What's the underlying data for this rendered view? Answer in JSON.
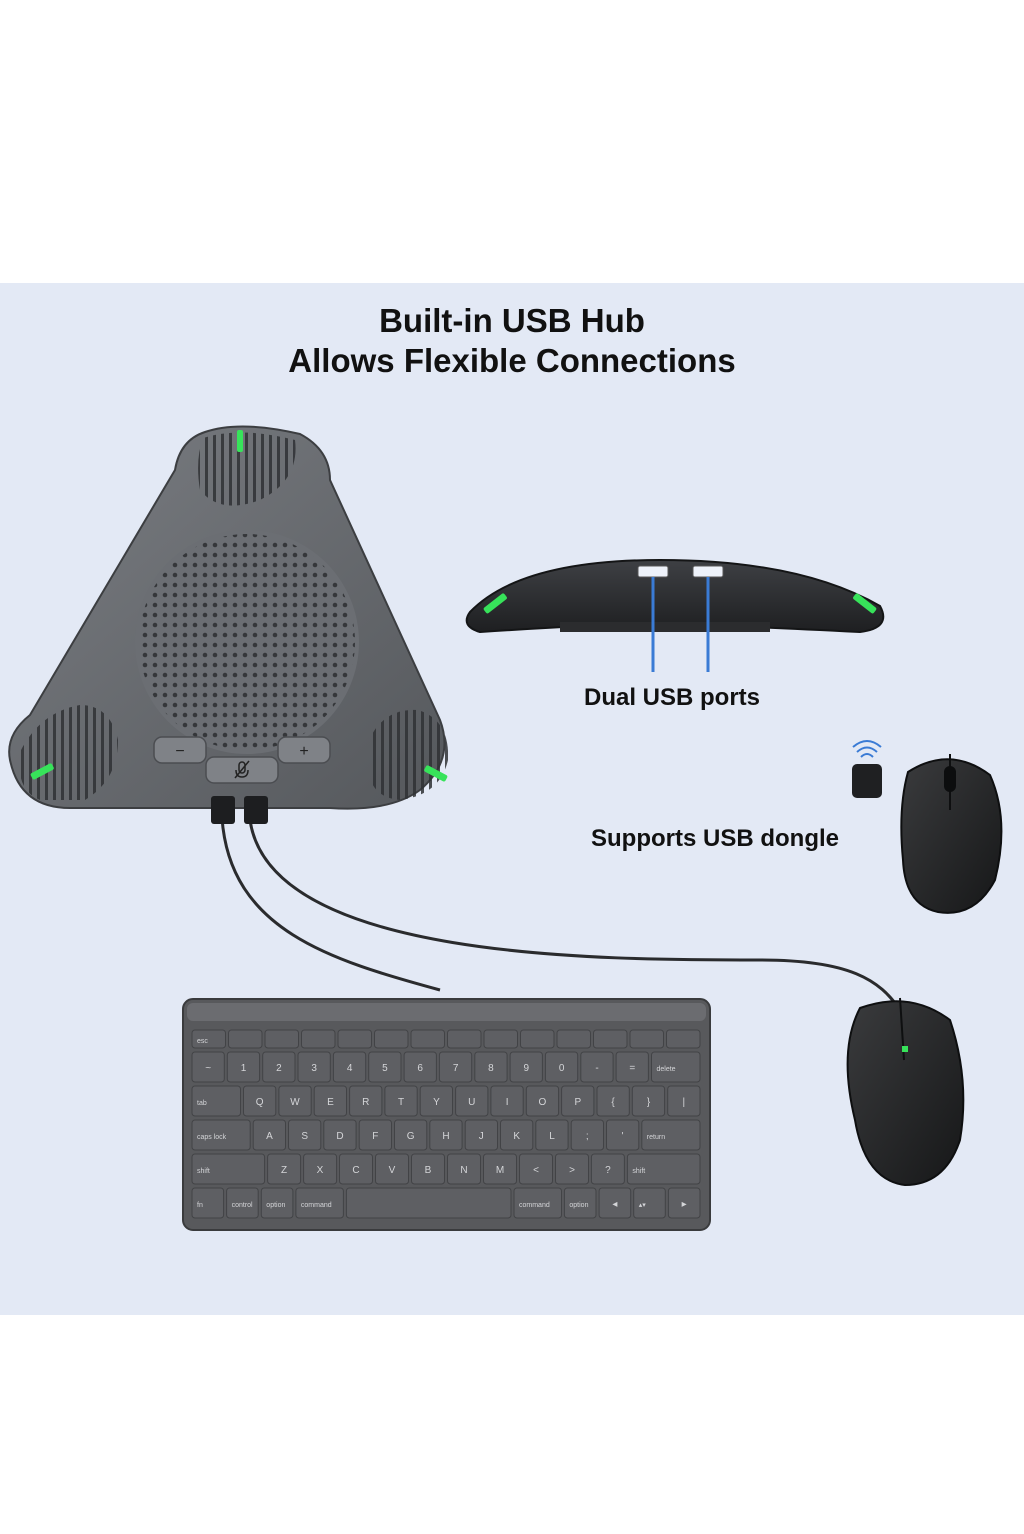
{
  "headline": {
    "line1": "Built-in USB Hub",
    "line2": "Allows Flexible Connections"
  },
  "captions": {
    "dual_usb": "Dual USB ports",
    "dongle": "Supports USB dongle"
  },
  "speaker_buttons": {
    "minus": "−",
    "plus": "+"
  },
  "keyboard": {
    "rows": [
      [
        "esc",
        "",
        "",
        "",
        "",
        "",
        "",
        "",
        "",
        "",
        "",
        "",
        "",
        ""
      ],
      [
        "~",
        "1",
        "2",
        "3",
        "4",
        "5",
        "6",
        "7",
        "8",
        "9",
        "0",
        "-",
        "=",
        "delete"
      ],
      [
        "tab",
        "Q",
        "W",
        "E",
        "R",
        "T",
        "Y",
        "U",
        "I",
        "O",
        "P",
        "{",
        "}",
        "|"
      ],
      [
        "caps lock",
        "A",
        "S",
        "D",
        "F",
        "G",
        "H",
        "J",
        "K",
        "L",
        ";",
        "'",
        "return"
      ],
      [
        "shift",
        "Z",
        "X",
        "C",
        "V",
        "B",
        "N",
        "M",
        "<",
        ">",
        "?",
        "shift"
      ],
      [
        "fn",
        "control",
        "option",
        "command",
        "",
        "command",
        "option",
        "◂",
        "▴▾",
        "▸"
      ]
    ]
  },
  "colors": {
    "background": "#e3e9f5",
    "led_green": "#37e35a",
    "usb_line_blue": "#3a7bd5",
    "speaker_body": "#6a6d72",
    "keyboard_body": "#58595c"
  },
  "icons": [
    "mute-icon",
    "wireless-signal-icon"
  ]
}
